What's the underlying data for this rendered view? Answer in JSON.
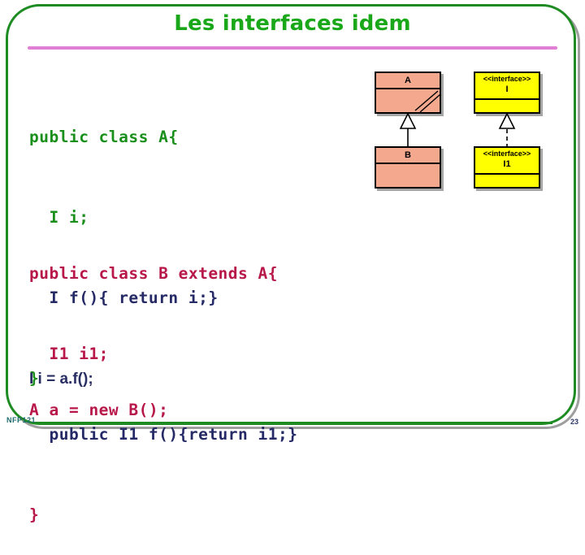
{
  "slide": {
    "title": "Les interfaces idem",
    "accent_green": "#1aa81a",
    "frame_green": "#1e8c23",
    "rule_pink": "#e07fd4",
    "shadow_gray": "#9e9e9e"
  },
  "code": {
    "block_a": {
      "lines": [
        {
          "text": "public class A{",
          "color_name": "green"
        },
        {
          "text": "  I i;",
          "color_name": "green"
        },
        {
          "text": "  I f(){ return i;}",
          "color_name": "navy"
        },
        {
          "text": "}",
          "color_name": "green"
        }
      ]
    },
    "block_b": {
      "lines": [
        {
          "text": "public class B extends A{",
          "color_name": "red"
        },
        {
          "text": "  I1 i1;",
          "color_name": "red"
        },
        {
          "text": "  public I1 f(){return i1;}",
          "color_name": "navy"
        },
        {
          "text": "}",
          "color_name": "red"
        }
      ]
    },
    "block_main": {
      "lines": [
        {
          "text": "A a = new B();",
          "color_name": "red"
        }
      ]
    },
    "statement_call": "I i = a.f();",
    "colors": {
      "green": "#1b8f1b",
      "navy": "#252a66",
      "red": "#b81849"
    }
  },
  "uml": {
    "class_fill": "#f4a98f",
    "interface_fill": "#ffff00",
    "stroke": "#000000",
    "boxes": {
      "class_a": {
        "name": "A",
        "kind": "class",
        "has_hatch": true
      },
      "class_b": {
        "name": "B",
        "kind": "class",
        "has_hatch": false
      },
      "interface_i": {
        "stereotype": "<<interface>>",
        "name": "I",
        "kind": "interface"
      },
      "interface_i1": {
        "stereotype": "<<interface>>",
        "name": "I1",
        "kind": "interface"
      }
    },
    "connectors": {
      "a_to_b": {
        "style": "solid",
        "arrow": "hollow-triangle",
        "meaning": "generalization"
      },
      "i_to_i1": {
        "style": "dashed",
        "arrow": "hollow-triangle",
        "meaning": "realization"
      }
    }
  },
  "footer": {
    "course_label": "NFP121",
    "page_number": "23"
  }
}
